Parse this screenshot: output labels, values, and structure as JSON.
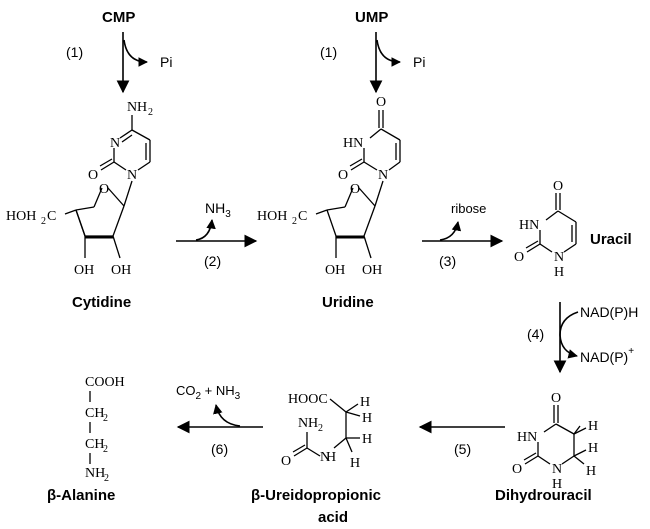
{
  "diagram": {
    "nodes": {
      "cmp": "CMP",
      "ump": "UMP",
      "cytidine": "Cytidine",
      "uridine": "Uridine",
      "uracil": "Uracil",
      "dihydrouracil": "Dihydrouracil",
      "ureido_line1": "β-Ureidopropionic",
      "ureido_line2": "acid",
      "alanine": "β-Alanine"
    },
    "steps": {
      "s1a": "(1)",
      "s1b": "(1)",
      "s2": "(2)",
      "s3": "(3)",
      "s4": "(4)",
      "s5": "(5)",
      "s6": "(6)"
    },
    "side_products": {
      "pi_a": "Pi",
      "pi_b": "Pi",
      "nh3_main": "NH",
      "nh3_sub": "3",
      "ribose": "ribose",
      "nadph": "NAD(P)H",
      "nadp_main": "NAD(P)",
      "nadp_sup": "+",
      "co2_c": "CO",
      "co2_sub": "2",
      "co2_plus": " + NH",
      "co2_nh3sub": "3"
    },
    "atoms": {
      "N": "N",
      "O": "O",
      "H": "H",
      "HN": "HN",
      "OH": "OH",
      "NH": "NH",
      "HOH": "HOH",
      "C": "C",
      "sub2": "2",
      "COOH": "COOH",
      "HOOC": "HOOC",
      "CH": "CH"
    }
  }
}
